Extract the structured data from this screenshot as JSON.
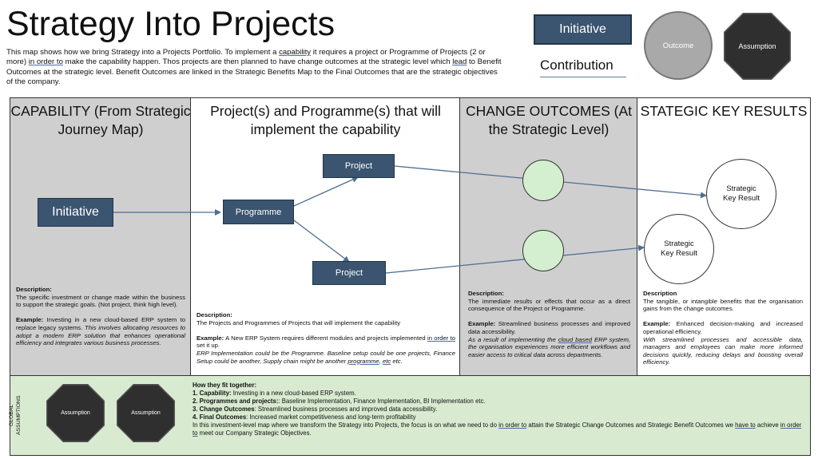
{
  "title": "Strategy Into Projects",
  "intro": {
    "p1": "This map shows how we bring Strategy into a Projects Portfolio. To implement a ",
    "u1": "capability",
    "p2": " it requires a project or Programme of Projects (2 or more) ",
    "u2": "in order to",
    "p3": " make the capability happen. Thos projects are then planned to have change outcomes at the strategic level which ",
    "u3": "lead",
    "p4": " to Benefit Outcomes at the strategic level. Benefit Outcomes are linked in the Strategic Benefits Map to the Final Outcomes that are the strategic objectives of the company."
  },
  "legend": {
    "initiative": "Initiative",
    "contribution": "Contribution",
    "outcome": "Outcome",
    "assumption": "Assumption"
  },
  "columns": {
    "capability": {
      "header": "CAPABILITY (From Strategic Journey Map)",
      "desc_label": "Description:",
      "desc_text": "The specific investment or change made within the business to support the strategic goals. (Not project, think high level).",
      "ex_label": "Example:",
      "ex_text": " Investing in a new cloud-based ERP system to replace legacy systems. ",
      "ex_italic": "This involves allocating resources to adopt a modern ERP solution that enhances operational efficiency and integrates various business processes."
    },
    "projects": {
      "header": "Project(s) and Programme(s) that will implement the capability",
      "desc_label": "Description:",
      "desc_text": "The Projects and Programmes of Projects that will implement the capability",
      "ex_label": "Example:",
      "ex_text1": " A New ERP System requires different modules and projects implemented ",
      "ex_u1": "in order to",
      "ex_text2": " set it up.",
      "ex_italic1": "ERP Implementation could be the Programme. Baseline setup could be one projects, Finance Setup could be another, Supply chain might be another ",
      "ex_u2": "programme",
      "ex_italic2": ", ",
      "ex_u3": "etc",
      "ex_italic3": " etc."
    },
    "change": {
      "header": "CHANGE OUTCOMES (At the Strategic Level)",
      "desc_label": "Description:",
      "desc_text": "The immediate results or effects that occur as a direct consequence of the Project or Programme.",
      "ex_label": "Example:",
      "ex_text": " Streamlined business processes and improved data accessibility.",
      "ex_italic1": "As a result of implementing the ",
      "ex_u1": "cloud based",
      "ex_italic2": " ERP system, the organisation experiences more efficient workflows and easier access to critical data across departments."
    },
    "skr": {
      "header": "STATEGIC KEY RESULTS",
      "desc_label": "Description",
      "desc_text": "The tangible, or intangible benefits that the organisation gains from the change outcomes.",
      "ex_label": "Example:",
      "ex_text": " Enhanced decision-making and increased operational efficiency.",
      "ex_italic": "With streamlined processes and accessible data, managers and employees can make more informed decisions quickly, reducing delays and boosting overall efficiency."
    }
  },
  "diagram": {
    "initiative": "Initiative",
    "programme": "Programme",
    "project_top": "Project",
    "project_bottom": "Project",
    "skr_top": "Strategic Key Result",
    "skr_bottom": "Strategic Key Result"
  },
  "global": {
    "label": "GLOBAL ASSUMPTIONS",
    "assumption1": "Assumption",
    "assumption2": "Assumption",
    "heading": "How they fit together:",
    "l1_label": "1. Capability:",
    "l1_text": " Investing in a new cloud-based ERP system.",
    "l2_label": "2. Programmes and projects:",
    "l2_text": ": Baseline Implementation, Finance Implementation, BI Implementation etc.",
    "l3_label": "3. Change Outcomes",
    "l3_text": ": Streamlined business processes and improved data accessibility.",
    "l4_label": "4. Final Outcomes",
    "l4_text": ": Increased market competitiveness and long-term profitability",
    "p1": "In this investment-level map where we transform the Strategy into Projects, the focus is on what we need to do ",
    "u1": "in order to",
    "p2": " attain the Strategic Change Outcomes and Strategic Benefit Outcomes we ",
    "u2": "have to",
    "p3": " achieve ",
    "u3": "in order to",
    "p4": " meet our Company Strategic Objectives."
  },
  "colors": {
    "box_fill": "#3b5470",
    "arrow": "#4f6f90",
    "grey_col": "#cfcfcf",
    "outcome_green": "#d4efcf",
    "global_bg": "#d8ebd0",
    "octagon": "#2f2f2f"
  }
}
